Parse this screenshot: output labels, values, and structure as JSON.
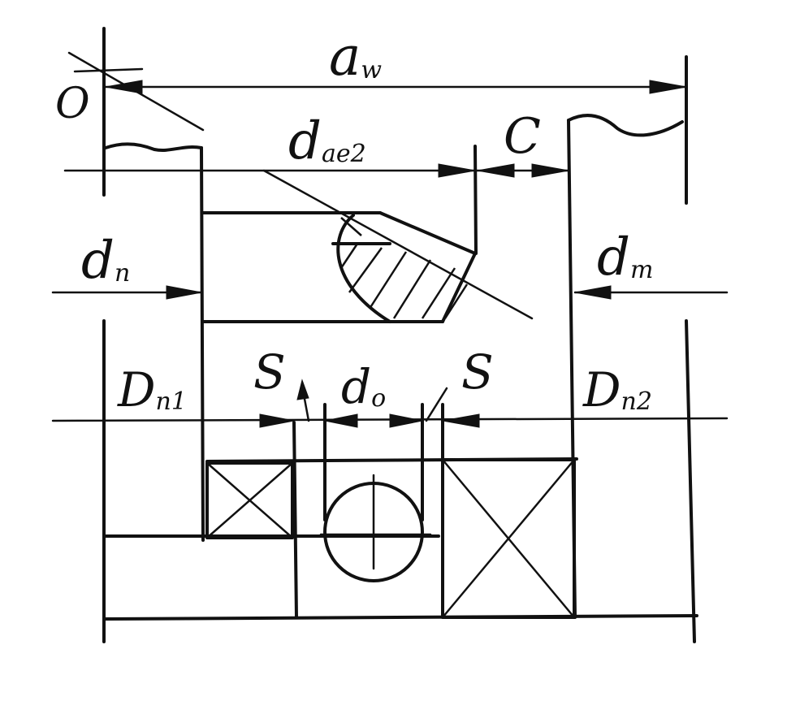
{
  "labels": {
    "origin": "O",
    "center_distance": "a",
    "center_distance_sub": "w",
    "wheel_diameter": "d",
    "wheel_diameter_sub": "ae2",
    "clearance": "C",
    "pinion_shaft": "d",
    "pinion_shaft_sub": "п",
    "wheel_shaft": "d",
    "wheel_shaft_sub": "т",
    "bearing1": "D",
    "bearing1_sub": "п1",
    "bearing2": "D",
    "bearing2_sub": "п2",
    "gap_left": "S",
    "gap_right": "S",
    "bolt": "d",
    "bolt_sub": "o"
  },
  "colors": {
    "ink": "#111111",
    "paper": "#ffffff"
  }
}
